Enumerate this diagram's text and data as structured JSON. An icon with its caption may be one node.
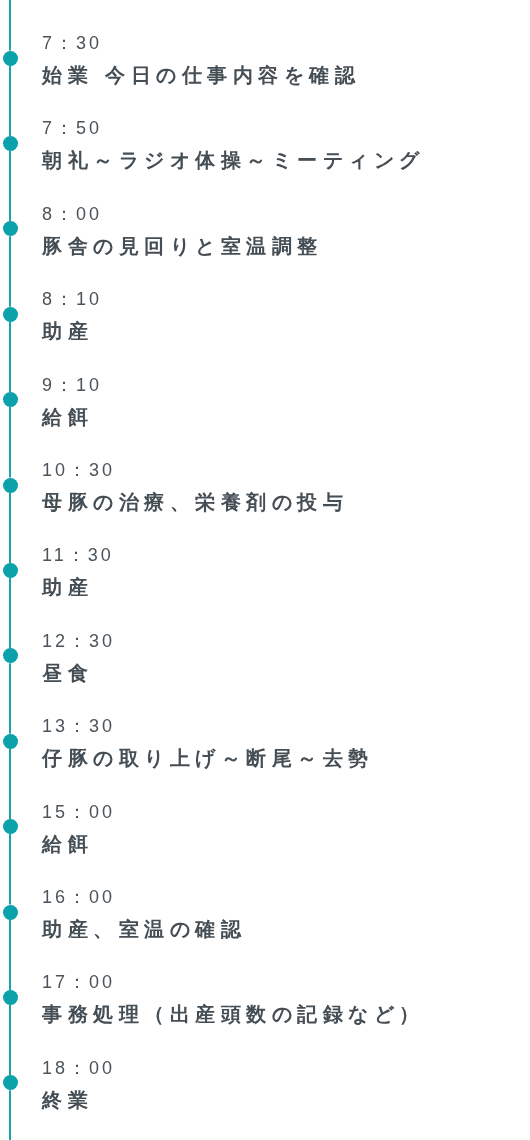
{
  "diagram": {
    "nodes": [
      {
        "text": [],
        "shape": "circle",
        "beside": [
          "7：30",
          "始業 今日の仕事内容を確認"
        ]
      },
      {
        "text": [],
        "shape": "circle",
        "beside": [
          "7：50",
          "朝礼～ラジオ体操～ミーティング"
        ]
      },
      {
        "text": [],
        "shape": "circle",
        "beside": [
          "8：00",
          "豚舎の見回りと室温調整"
        ]
      },
      {
        "text": [],
        "shape": "circle",
        "beside": [
          "8：10",
          "助産"
        ]
      },
      {
        "text": [],
        "shape": "circle",
        "beside": [
          "9：10",
          "給餌"
        ]
      },
      {
        "text": [],
        "shape": "circle",
        "beside": [
          "10：30",
          "母豚の治療、栄養剤の投与"
        ]
      },
      {
        "text": [],
        "shape": "circle",
        "beside": [
          "11：30",
          "助産"
        ]
      },
      {
        "text": [],
        "shape": "circle",
        "beside": [
          "12：30",
          "昼食"
        ]
      },
      {
        "text": [],
        "shape": "circle",
        "beside": [
          "13：30",
          "仔豚の取り上げ～断尾～去勢"
        ]
      },
      {
        "text": [],
        "shape": "circle",
        "beside": [
          "15：00",
          "給餌"
        ]
      },
      {
        "text": [],
        "shape": "circle",
        "beside": [
          "16：00",
          "助産、室温の確認"
        ]
      },
      {
        "text": [],
        "shape": "circle",
        "beside": [
          "17：00",
          "事務処理（出産頭数の記録など）"
        ]
      },
      {
        "text": [],
        "shape": "circle",
        "beside": [
          "18：00",
          "終業"
        ]
      }
    ],
    "edges": [
      {
        "from": null,
        "to": 0,
        "arrow": "none"
      },
      {
        "from": 0,
        "to": 1,
        "arrow": "none"
      },
      {
        "from": 1,
        "to": 2,
        "arrow": "none"
      },
      {
        "from": 2,
        "to": 3,
        "arrow": "none"
      },
      {
        "from": 3,
        "to": 4,
        "arrow": "none"
      },
      {
        "from": 4,
        "to": 5,
        "arrow": "none"
      },
      {
        "from": 5,
        "to": 6,
        "arrow": "none"
      },
      {
        "from": 6,
        "to": 7,
        "arrow": "none"
      },
      {
        "from": 7,
        "to": 8,
        "arrow": "none"
      },
      {
        "from": 8,
        "to": 9,
        "arrow": "none"
      },
      {
        "from": 9,
        "to": 10,
        "arrow": "none"
      },
      {
        "from": 10,
        "to": 11,
        "arrow": "none"
      },
      {
        "from": 11,
        "to": 12,
        "arrow": "none"
      },
      {
        "from": 12,
        "to": null,
        "arrow": "none"
      }
    ]
  }
}
